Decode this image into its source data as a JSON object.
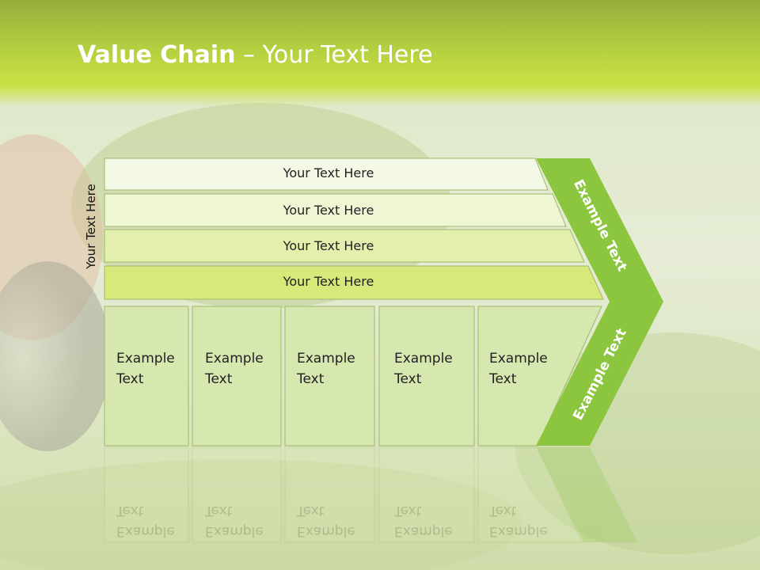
{
  "title": {
    "bold": "Value Chain",
    "rest": " – Your Text Here"
  },
  "side_label": "Your Text Here",
  "rows": [
    {
      "label": "Your Text Here"
    },
    {
      "label": "Your Text Here"
    },
    {
      "label": "Your Text Here"
    },
    {
      "label": "Your Text Here"
    }
  ],
  "cells": [
    {
      "line1": "Example",
      "line2": "Text"
    },
    {
      "line1": "Example",
      "line2": "Text"
    },
    {
      "line1": "Example",
      "line2": "Text"
    },
    {
      "line1": "Example",
      "line2": "Text"
    },
    {
      "line1": "Example",
      "line2": "Text"
    }
  ],
  "chevron": {
    "upper": "Example Text",
    "lower": "Example Text"
  },
  "colors": {
    "chevron": "#8cc63f",
    "row1": "#f4f9e6",
    "row2": "#eef6d4",
    "row3": "#e3f0ad",
    "row4": "#d6e97a",
    "cell": "#d6e8b0"
  }
}
